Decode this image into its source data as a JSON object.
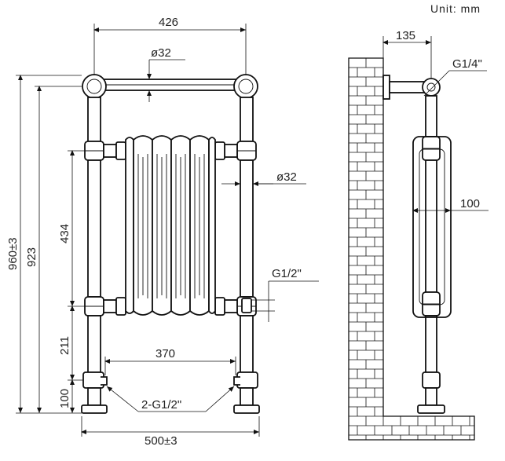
{
  "unit_label": "Unit: mm",
  "dimensions": {
    "top_width": "426",
    "top_rail_diameter": "ø32",
    "column_diameter": "ø32",
    "radiator_height": "434",
    "overall_height": "960±3",
    "inner_height": "923",
    "lower_height": "211",
    "foot_height": "100",
    "inlet_spacing": "370",
    "base_width": "500±3",
    "inlet_thread": "2-G1/2\"",
    "side_thread": "G1/2\"",
    "wall_offset": "135",
    "top_thread": "G1/4\"",
    "depth": "100"
  }
}
